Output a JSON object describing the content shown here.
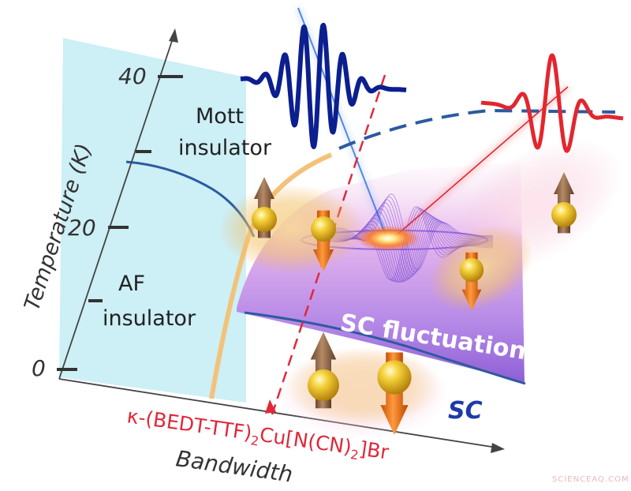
{
  "axes": {
    "y_label": "Temperature (K)",
    "x_label": "Bandwidth",
    "y_ticks": [
      "40",
      "20",
      "0"
    ]
  },
  "regions": {
    "mott": [
      "Mott",
      "insulator"
    ],
    "af": [
      "AF",
      "insulator"
    ],
    "sc_fluctuation": "SC fluctuation",
    "sc": "SC"
  },
  "compound": {
    "prefix": "κ-(BEDT-TTF)",
    "sub1": "2",
    "mid": "Cu[N(CN)",
    "sub2": "2",
    "suffix": "]Br"
  },
  "watermark": "SCIENCEAQ.COM",
  "colors": {
    "insulator_region": "#cdeff6",
    "sc_fluctuation": "#9d6cd8",
    "probe_pulse": "#0b1f8f",
    "pump_pulse": "#e3262e",
    "compound_line": "#e0283a",
    "phase_line": "#2c5aa0",
    "sc_label": "#1e3aa8"
  },
  "icons": [
    "spin-up-electron-icon",
    "spin-down-electron-icon",
    "wave-packet-icon",
    "light-pulse-icon"
  ]
}
